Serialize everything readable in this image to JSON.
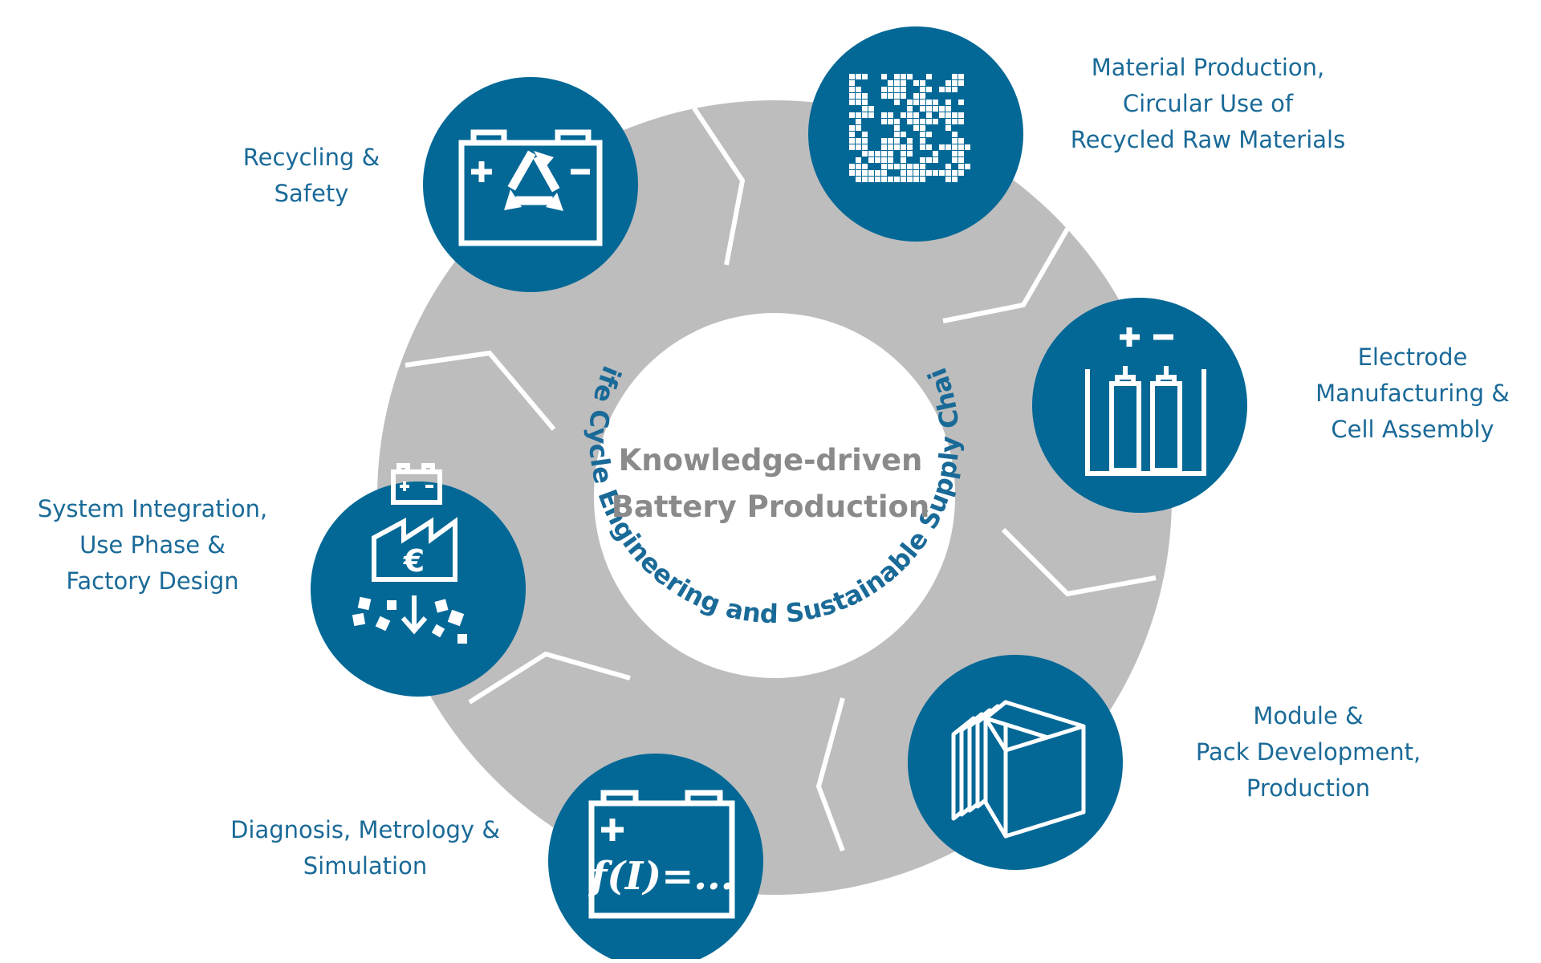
{
  "colors": {
    "ring": "#bdbdbd",
    "circle": "#036896",
    "text": "#1a6a98",
    "center_title": "#8a8a8a",
    "background": "#ffffff"
  },
  "center": {
    "title_line1": "Knowledge-driven",
    "title_line2": "Battery Production",
    "arc_text": "Life Cycle Engineering and Sustainable Supply Chain"
  },
  "stages": [
    {
      "id": "recycling",
      "icon": "battery-recycle-icon",
      "lines": [
        "Recycling &",
        "Safety"
      ]
    },
    {
      "id": "material",
      "icon": "material-pixel-icon",
      "lines": [
        "Material Production,",
        "Circular Use of",
        "Recycled Raw Materials"
      ]
    },
    {
      "id": "electrode",
      "icon": "electrode-cells-icon",
      "lines": [
        "Electrode",
        "Manufacturing &",
        "Cell Assembly"
      ]
    },
    {
      "id": "module",
      "icon": "module-pack-icon",
      "lines": [
        "Module &",
        "Pack Development,",
        "Production"
      ]
    },
    {
      "id": "diagnosis",
      "icon": "battery-formula-icon",
      "lines": [
        "Diagnosis, Metrology &",
        "Simulation"
      ],
      "formula": "f(I)=..."
    },
    {
      "id": "system",
      "icon": "factory-euro-icon",
      "lines": [
        "System Integration,",
        "Use Phase &",
        "Factory Design"
      ],
      "currency": "€"
    }
  ]
}
